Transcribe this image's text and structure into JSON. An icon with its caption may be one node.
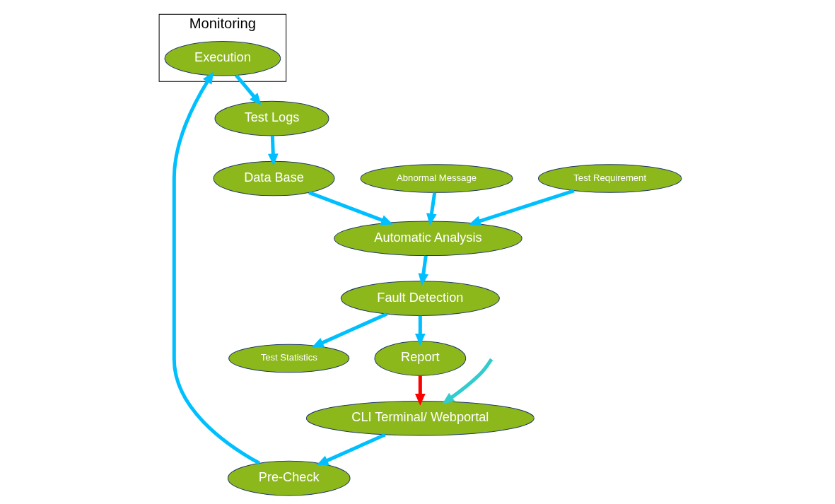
{
  "diagram": {
    "nodes": [
      {
        "text": [
          "Test Statistics"
        ]
      },
      {
        "text": [
          "Fault Detection"
        ]
      },
      {
        "text": [
          "Abnormal Message"
        ]
      },
      {
        "text": [
          "Report"
        ]
      },
      {
        "text": [
          "Automatic Analysis"
        ]
      },
      {
        "text": [
          "Test Requirement"
        ]
      },
      {
        "text": [
          "CLI Terminal/ Webportal"
        ]
      },
      {
        "text": [
          "Data Base"
        ]
      },
      {
        "text": [
          "Pre-Check"
        ]
      },
      {
        "text": [
          "Monitoring"
        ]
      },
      {
        "text": [
          "Execution"
        ],
        "in": 9
      },
      {
        "text": [
          "Test Logs"
        ]
      }
    ],
    "edges": [
      {
        "from": 1,
        "to": 0,
        "arrow": "to"
      },
      {
        "from": 1,
        "to": 3,
        "arrow": "to"
      },
      {
        "from": 4,
        "to": 1,
        "arrow": "to"
      },
      {
        "from": 2,
        "to": 4,
        "arrow": "to"
      },
      {
        "from": 5,
        "to": 4,
        "arrow": "to"
      },
      {
        "from": 3,
        "to": 6,
        "arrow": "to",
        "color": "#ff0000"
      },
      {
        "from": null,
        "to": 6,
        "arrow": "to",
        "color": "#33cccc"
      },
      {
        "from": 6,
        "to": 8,
        "arrow": "to"
      },
      {
        "from": 8,
        "to": 10,
        "arrow": "to"
      },
      {
        "from": 10,
        "to": 11,
        "arrow": "to"
      },
      {
        "from": 11,
        "to": 7,
        "arrow": "to"
      },
      {
        "from": 7,
        "to": 4,
        "arrow": "to"
      }
    ]
  }
}
